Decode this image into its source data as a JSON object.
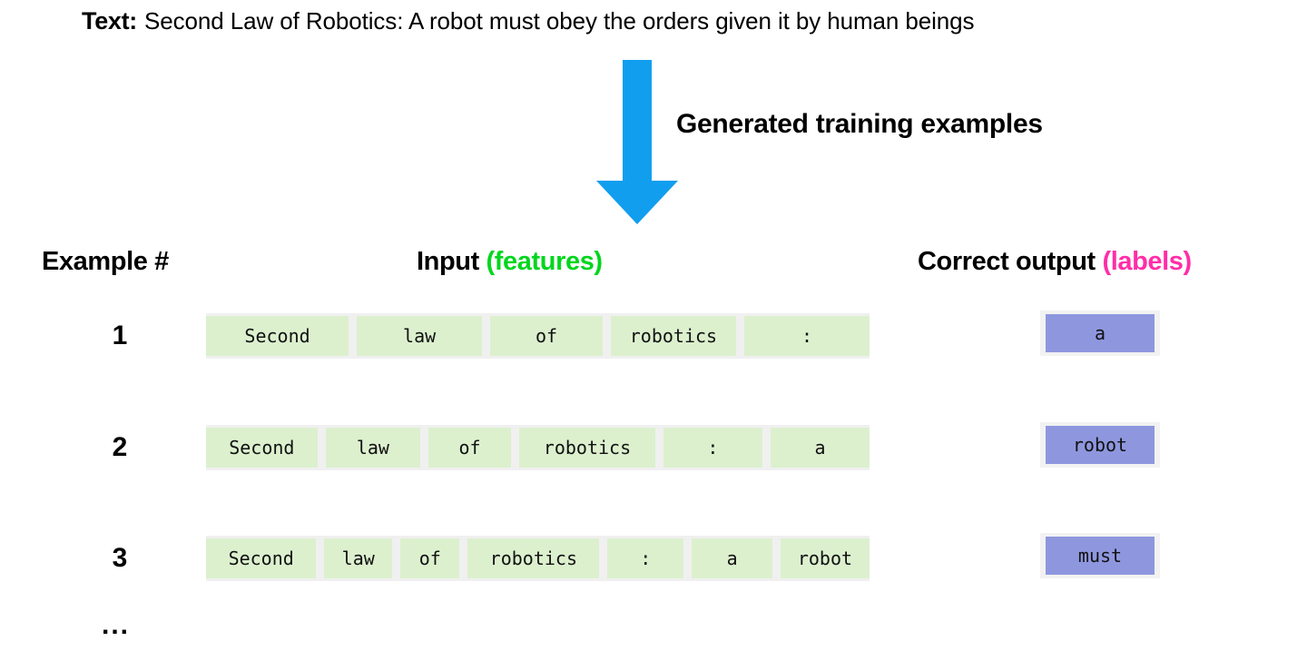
{
  "source": {
    "prefix_label": "Text:",
    "sentence": "Second Law of Robotics: A robot must obey the orders given it by human beings"
  },
  "flow": {
    "arrow_caption": "Generated training examples",
    "arrow_icon": "down-arrow-icon",
    "arrow_color": "#119eef"
  },
  "headers": {
    "example": "Example #",
    "input_main": "Input",
    "input_accent": "(features)",
    "output_main": "Correct output",
    "output_accent": "(labels)"
  },
  "colors": {
    "features_accent": "#00d61d",
    "labels_accent": "#ff2ea8",
    "feature_cell_bg": "#dcf0ce",
    "label_cell_bg": "#8e97de",
    "strip_bg": "#f0f0f0",
    "arrow": "#119eef"
  },
  "examples": [
    {
      "number": "1",
      "features": [
        "Second",
        "law",
        "of",
        "robotics",
        ":"
      ],
      "label": "a"
    },
    {
      "number": "2",
      "features": [
        "Second",
        "law",
        "of",
        "robotics",
        ":",
        "a"
      ],
      "label": "robot"
    },
    {
      "number": "3",
      "features": [
        "Second",
        "law",
        "of",
        "robotics",
        ":",
        "a",
        "robot"
      ],
      "label": "must"
    }
  ],
  "continuation": "..."
}
